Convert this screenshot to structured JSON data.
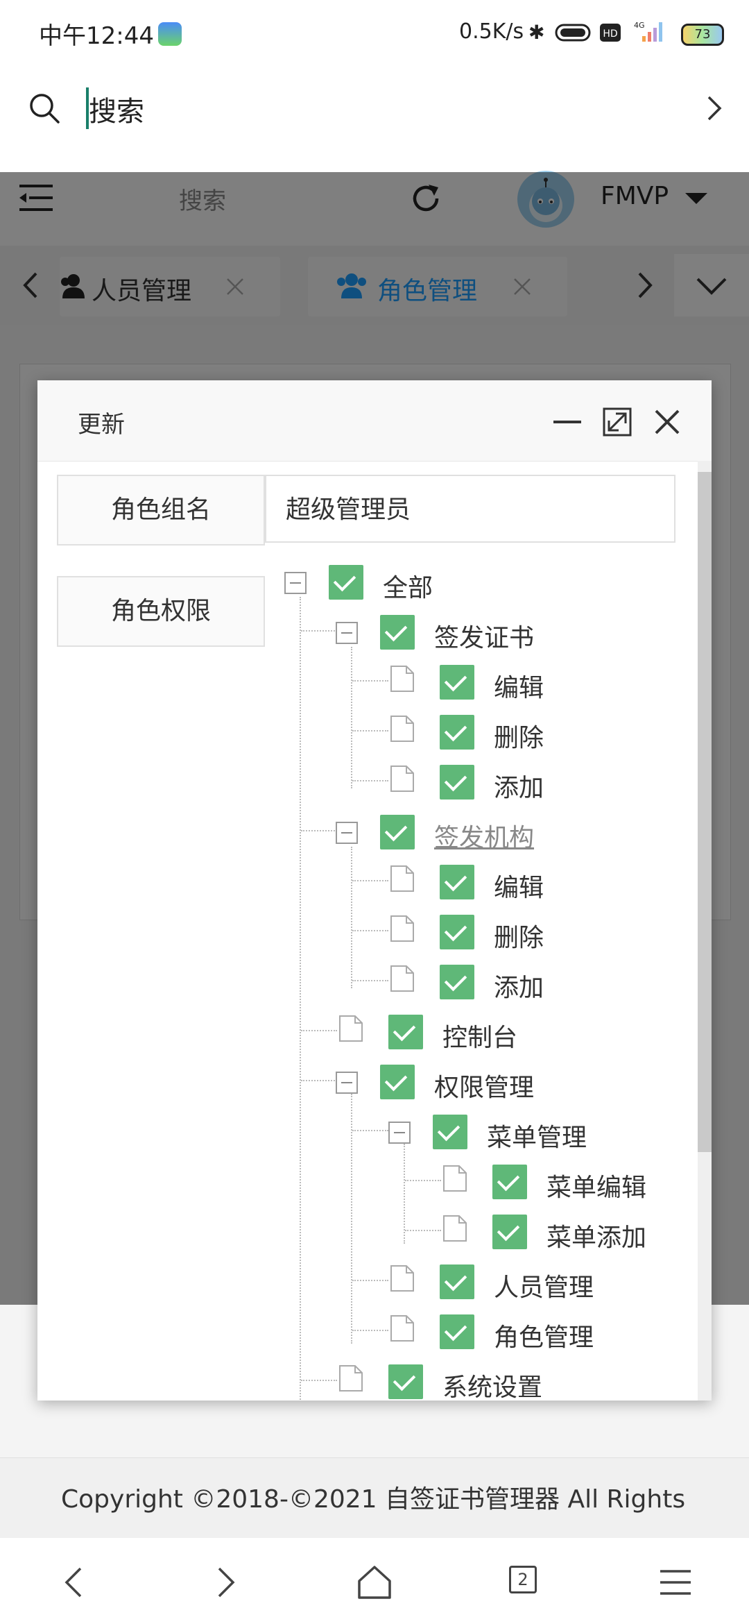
{
  "status_bar": {
    "time": "中午12:44",
    "net_speed": "0.5K/s",
    "network_type": "4G",
    "battery": "73"
  },
  "browser": {
    "search_text": "搜索"
  },
  "app_header": {
    "search_label": "搜索",
    "user_name": "FMVP"
  },
  "tabs": [
    {
      "label": "人员管理",
      "active": false
    },
    {
      "label": "角色管理",
      "active": true
    }
  ],
  "dialog": {
    "title": "更新",
    "role_group_label": "角色组名",
    "role_group_value": "超级管理员",
    "role_permission_label": "角色权限",
    "tree": {
      "all": "全部",
      "cert": "签发证书",
      "cert_edit": "编辑",
      "cert_delete": "删除",
      "cert_add": "添加",
      "org": "签发机构",
      "org_edit": "编辑",
      "org_delete": "删除",
      "org_add": "添加",
      "console": "控制台",
      "perm": "权限管理",
      "menu": "菜单管理",
      "menu_edit": "菜单编辑",
      "menu_add": "菜单添加",
      "staff": "人员管理",
      "role": "角色管理",
      "system": "系统设置"
    }
  },
  "footer": {
    "copyright": "Copyright ©2018-©2021 自签证书管理器 All Rights"
  },
  "bottom_nav": {
    "tab_count": "2"
  },
  "colors": {
    "checkbox_green": "#5fb878",
    "active_tab_blue": "#1e9fff"
  }
}
